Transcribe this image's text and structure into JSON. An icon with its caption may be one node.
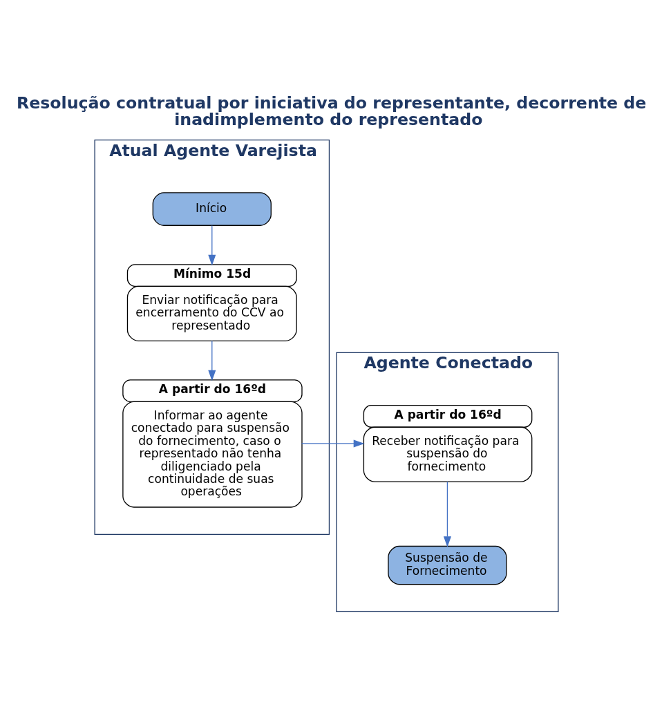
{
  "diagram": {
    "title": "Resolução contratual por iniciativa do representante, decorrente de inadimplemento do representado",
    "nodes": [
      {
        "text": [
          "Atual Agente Varejista"
        ]
      },
      {
        "text": [
          "Início"
        ],
        "in": 0
      },
      {
        "text": [
          "Mínimo 15d",
          "Enviar notificação para encerramento do CCV ao representado"
        ],
        "in": 0
      },
      {
        "text": [
          "A partir do 16ºd",
          "Informar ao agente conectado para suspensão do fornecimento, caso o representado não tenha diligenciado pela continuidade de suas operações"
        ],
        "in": 0
      },
      {
        "text": [
          "Agente Conectado"
        ]
      },
      {
        "text": [
          "A partir do 16ºd",
          "Receber notificação para suspensão do fornecimento"
        ],
        "in": 4
      },
      {
        "text": [
          "Suspensão de Fornecimento"
        ],
        "in": 4
      }
    ],
    "edges": [
      {
        "from": 1,
        "to": 2,
        "arrow": "to"
      },
      {
        "from": 2,
        "to": 3,
        "arrow": "to"
      },
      {
        "from": 3,
        "to": 5,
        "arrow": "to"
      },
      {
        "from": 5,
        "to": 6,
        "arrow": "to"
      }
    ]
  }
}
